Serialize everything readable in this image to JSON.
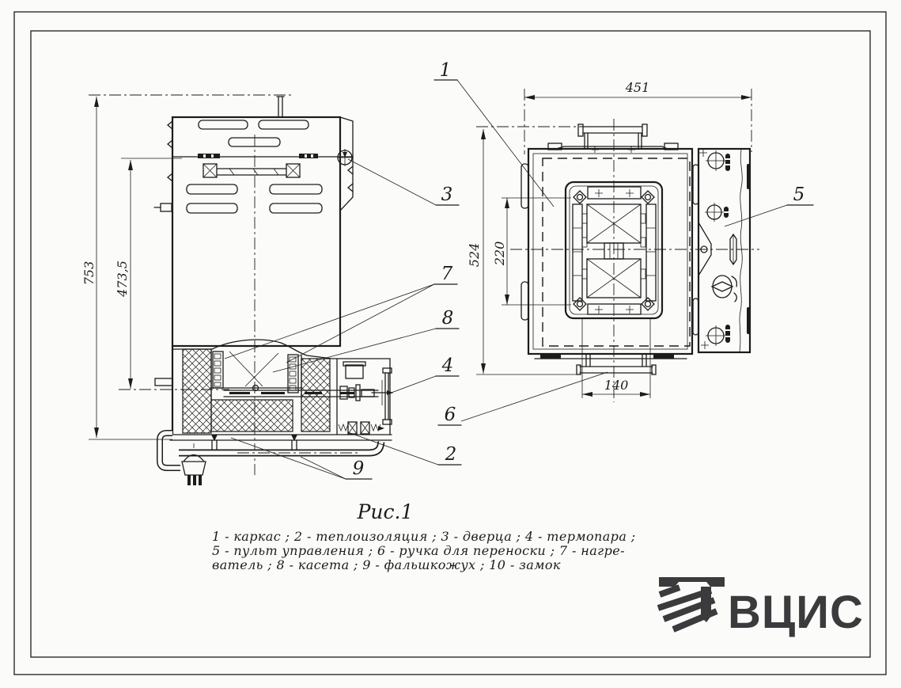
{
  "figure": {
    "caption": "Рис.1",
    "legend": [
      "1 - каркас ;   2 - теплоизоляция ;   3 - дверца ;   4 - термопара ;",
      "5 - пульт управления ;   6 - ручка для переноски ;   7 - нагре-",
      "ватель ;   8 - касета ;   9 - фальшкожух ;   10 - замок"
    ]
  },
  "callouts": {
    "frame": "1",
    "insulation": "2",
    "door": "3",
    "thermocouple": "4",
    "control_panel": "5",
    "carry_handle": "6",
    "heater": "7",
    "cassette": "8",
    "false_casing": "9"
  },
  "dimensions": {
    "total_height": "753",
    "partial_height": "473,5",
    "top_width": "451",
    "top_depth": "524",
    "opening_depth": "220",
    "handle_width": "140"
  },
  "logo": {
    "text": "ВЦИС"
  },
  "colors": {
    "ink": "#1c1c1c",
    "paper": "#fbfbf9",
    "logo_gray": "#3b3b3d"
  }
}
